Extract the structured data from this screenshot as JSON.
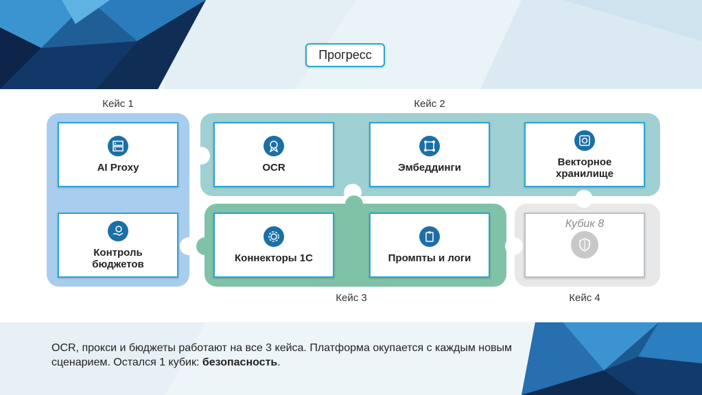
{
  "title": "Прогресс",
  "cases": {
    "case1": "Кейс 1",
    "case2": "Кейс 2",
    "case3": "Кейс 3",
    "case4": "Кейс 4"
  },
  "cards": {
    "ai_proxy": {
      "label": "AI Proxy",
      "icon": "server-icon"
    },
    "ocr": {
      "label": "OCR",
      "icon": "ocr-badge-icon"
    },
    "embeddings": {
      "label": "Эмбеддинги",
      "icon": "nodes-icon"
    },
    "vector_store": {
      "label": "Векторное\nхранилище",
      "icon": "storage-icon"
    },
    "budget": {
      "label": "Контроль\nбюджетов",
      "icon": "coin-hand-icon"
    },
    "connectors": {
      "label": "Коннекторы 1С",
      "icon": "gear-icon"
    },
    "prompts": {
      "label": "Промпты и логи",
      "icon": "clipboard-icon"
    },
    "cube8": {
      "label": "Кубик 8",
      "icon": "shield-icon"
    }
  },
  "footer": {
    "text_main": "OCR, прокси и бюджеты работают на все 3 кейса. Платформа окупается с каждым новым сценарием. Остался 1 кубик: ",
    "text_bold": "безопасность",
    "text_end": "."
  },
  "colors": {
    "case1": "#a9cdee",
    "case2": "#9fd0d3",
    "case3": "#80c2a8",
    "case4": "#e8e8e8",
    "card_border": "#29a3d3",
    "icon_bg": "#1b6fa6",
    "title_border": "#2aa6c8"
  }
}
